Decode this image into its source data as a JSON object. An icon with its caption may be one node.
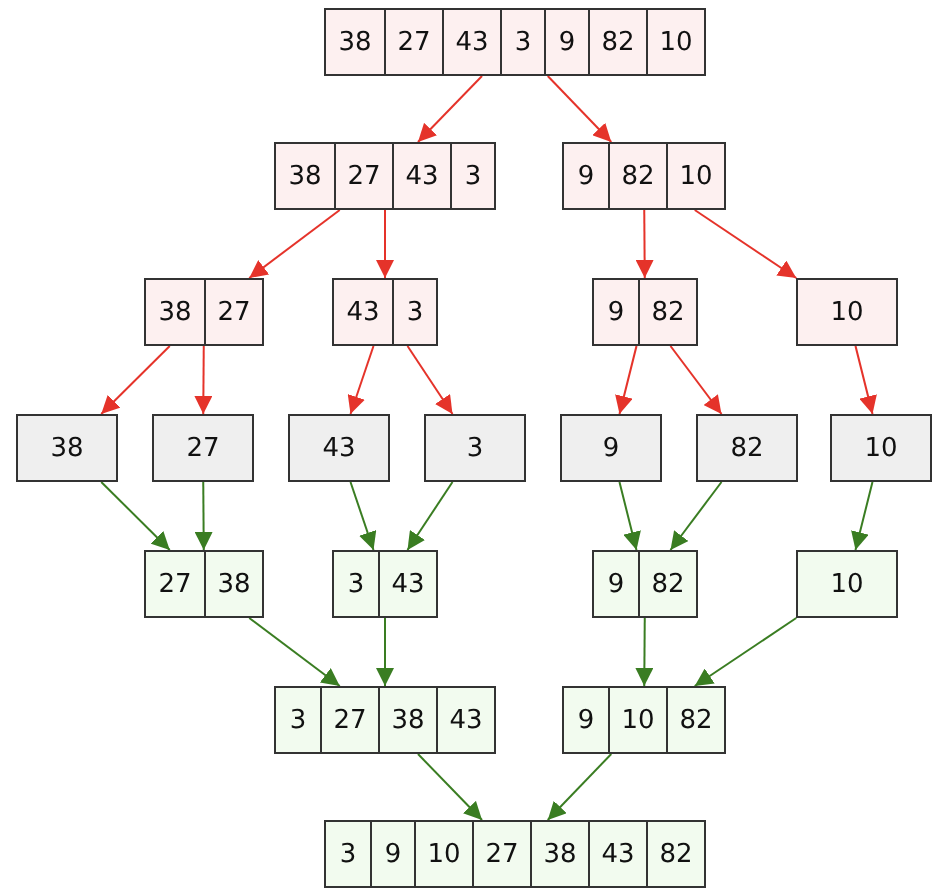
{
  "diagram": {
    "nodes": [
      {
        "text": [
          "38",
          "27",
          "43",
          "3",
          "9",
          "82",
          "10"
        ]
      },
      {
        "text": [
          "38",
          "27",
          "43",
          "3"
        ]
      },
      {
        "text": [
          "9",
          "82",
          "10"
        ]
      },
      {
        "text": [
          "38",
          "27"
        ]
      },
      {
        "text": [
          "43",
          "3"
        ]
      },
      {
        "text": [
          "9",
          "82"
        ]
      },
      {
        "text": [
          "10"
        ]
      },
      {
        "text": [
          "38"
        ]
      },
      {
        "text": [
          "27"
        ]
      },
      {
        "text": [
          "43"
        ]
      },
      {
        "text": [
          "3"
        ]
      },
      {
        "text": [
          "9"
        ]
      },
      {
        "text": [
          "82"
        ]
      },
      {
        "text": [
          "10"
        ]
      },
      {
        "text": [
          "27",
          "38"
        ]
      },
      {
        "text": [
          "3",
          "43"
        ]
      },
      {
        "text": [
          "9",
          "82"
        ]
      },
      {
        "text": [
          "10"
        ]
      },
      {
        "text": [
          "3",
          "27",
          "38",
          "43"
        ]
      },
      {
        "text": [
          "9",
          "10",
          "82"
        ]
      },
      {
        "text": [
          "3",
          "9",
          "10",
          "27",
          "38",
          "43",
          "82"
        ]
      }
    ],
    "edges": [
      {
        "from": 0,
        "to": 1,
        "arrow": "to",
        "color": "#e5332a"
      },
      {
        "from": 0,
        "to": 2,
        "arrow": "to",
        "color": "#e5332a"
      },
      {
        "from": 1,
        "to": 3,
        "arrow": "to",
        "color": "#e5332a"
      },
      {
        "from": 1,
        "to": 4,
        "arrow": "to",
        "color": "#e5332a"
      },
      {
        "from": 2,
        "to": 5,
        "arrow": "to",
        "color": "#e5332a"
      },
      {
        "from": 2,
        "to": 6,
        "arrow": "to",
        "color": "#e5332a"
      },
      {
        "from": 3,
        "to": 7,
        "arrow": "to",
        "color": "#e5332a"
      },
      {
        "from": 3,
        "to": 8,
        "arrow": "to",
        "color": "#e5332a"
      },
      {
        "from": 4,
        "to": 9,
        "arrow": "to",
        "color": "#e5332a"
      },
      {
        "from": 4,
        "to": 10,
        "arrow": "to",
        "color": "#e5332a"
      },
      {
        "from": 5,
        "to": 11,
        "arrow": "to",
        "color": "#e5332a"
      },
      {
        "from": 5,
        "to": 12,
        "arrow": "to",
        "color": "#e5332a"
      },
      {
        "from": 6,
        "to": 13,
        "arrow": "to",
        "color": "#e5332a"
      },
      {
        "from": 7,
        "to": 14,
        "arrow": "to",
        "color": "#3a7d22"
      },
      {
        "from": 8,
        "to": 14,
        "arrow": "to",
        "color": "#3a7d22"
      },
      {
        "from": 9,
        "to": 15,
        "arrow": "to",
        "color": "#3a7d22"
      },
      {
        "from": 10,
        "to": 15,
        "arrow": "to",
        "color": "#3a7d22"
      },
      {
        "from": 11,
        "to": 16,
        "arrow": "to",
        "color": "#3a7d22"
      },
      {
        "from": 12,
        "to": 16,
        "arrow": "to",
        "color": "#3a7d22"
      },
      {
        "from": 13,
        "to": 17,
        "arrow": "to",
        "color": "#3a7d22"
      },
      {
        "from": 14,
        "to": 18,
        "arrow": "to",
        "color": "#3a7d22"
      },
      {
        "from": 15,
        "to": 18,
        "arrow": "to",
        "color": "#3a7d22"
      },
      {
        "from": 16,
        "to": 19,
        "arrow": "to",
        "color": "#3a7d22"
      },
      {
        "from": 17,
        "to": 19,
        "arrow": "to",
        "color": "#3a7d22"
      },
      {
        "from": 18,
        "to": 20,
        "arrow": "to",
        "color": "#3a7d22"
      },
      {
        "from": 19,
        "to": 20,
        "arrow": "to",
        "color": "#3a7d22"
      }
    ]
  }
}
